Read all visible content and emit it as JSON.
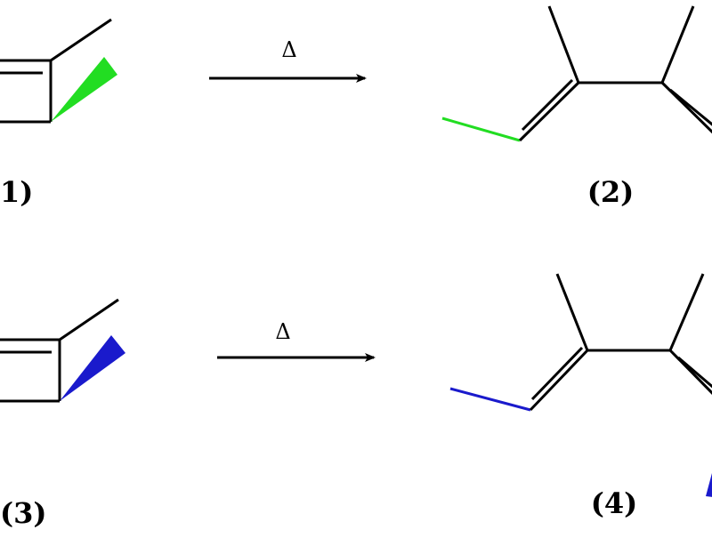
{
  "reactions": [
    {
      "reactant_label": "1)",
      "product_label": "(2)",
      "arrow_label": "Δ",
      "highlight_color": "#22dd22"
    },
    {
      "reactant_label": "(3)",
      "product_label": "(4)",
      "arrow_label": "Δ",
      "highlight_color": "#1a1acc"
    }
  ]
}
